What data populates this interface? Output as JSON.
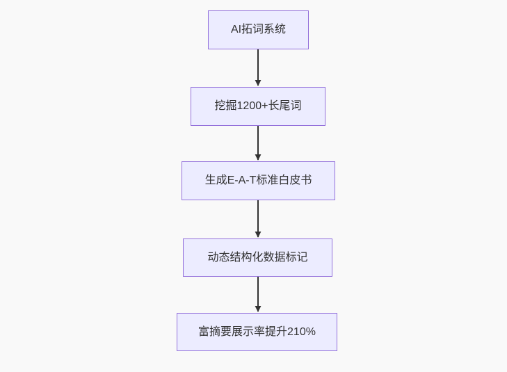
{
  "diagram": {
    "type": "flowchart",
    "direction": "top-down",
    "colors": {
      "background": "#f9f9f9",
      "node_fill": "#ececff",
      "node_border": "#9370db",
      "node_text": "#333333",
      "arrow_color": "#333333"
    },
    "nodes": [
      {
        "label": "AI拓词系统"
      },
      {
        "label": "挖掘1200+长尾词"
      },
      {
        "label": "生成E-A-T标准白皮书"
      },
      {
        "label": "动态结构化数据标记"
      },
      {
        "label": "富摘要展示率提升210%"
      }
    ],
    "edges": [
      {
        "from": 0,
        "to": 1
      },
      {
        "from": 1,
        "to": 2
      },
      {
        "from": 2,
        "to": 3
      },
      {
        "from": 3,
        "to": 4
      }
    ]
  }
}
